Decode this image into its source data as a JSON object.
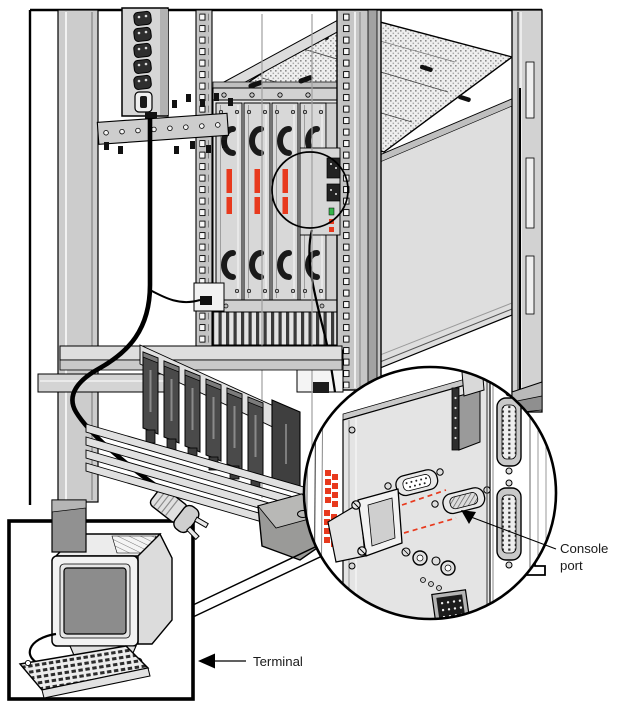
{
  "figure": {
    "kind": "hardware-installation-diagram",
    "description": "Rack system with console terminal connected to console port"
  },
  "callouts": {
    "console_port": "Console port",
    "console_port_lines": [
      "Console",
      "port"
    ],
    "terminal": "Terminal"
  },
  "colors": {
    "led_red": "#e8391d",
    "alignment_guide_red": "#e8391d",
    "status_led_green": "#35b44a",
    "metal_light": "#e4e4e4",
    "metal_mid": "#c6c6c6",
    "metal_dark": "#919191",
    "drive_module_dark": "#4a4a4a",
    "crt_screen_gray": "#8c8c8c",
    "outline": "#000000"
  },
  "parts": {
    "rack": "equipment rack frame",
    "power_distribution_unit": "vertical power strip with five outlets and breaker",
    "card_cage": "card cage with four board modules",
    "io_module": "rear I/O module",
    "drive_modules": "row of drive modules",
    "base_skid": "cable management base",
    "power_cable": "power cord with plug",
    "detail_circle": "magnified console port detail",
    "console_connector": "DB9 serial console connector",
    "serial_plug": "DB9 cable plug",
    "terminal": "CRT terminal with keyboard"
  }
}
